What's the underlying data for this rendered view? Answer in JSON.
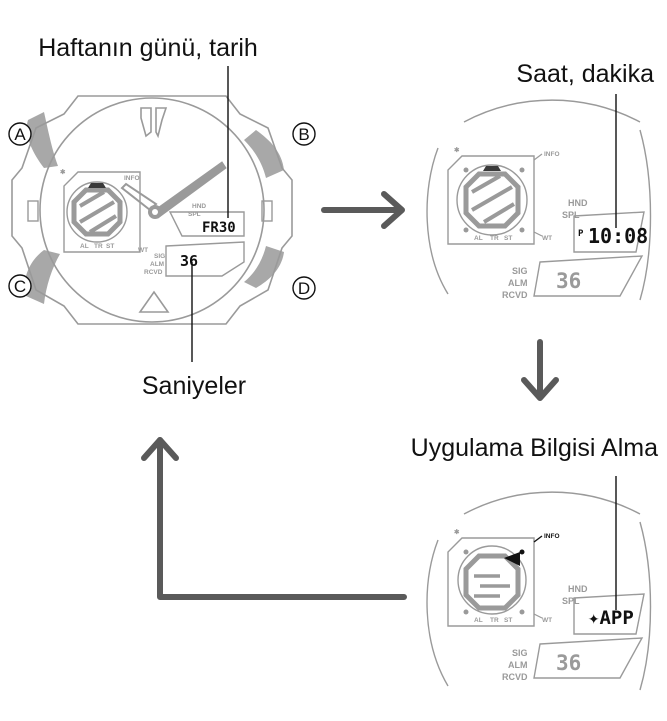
{
  "labels": {
    "weekday_date": "Haftanın günü, tarih",
    "hour_minute": "Saat, dakika",
    "seconds": "Saniyeler",
    "app_info": "Uygulama Bilgisi Alma"
  },
  "buttons": {
    "a": "A",
    "b": "B",
    "c": "C",
    "d": "D"
  },
  "dial": {
    "info": "INFO",
    "hnd": "HND",
    "spl": "SPL",
    "wt": "WT",
    "al": "AL",
    "tr": "TR",
    "st": "ST",
    "sig": "SIG",
    "alm": "ALM",
    "rcvd": "RCVD",
    "bluetooth": "✱"
  },
  "displays": {
    "watch1_top": "FR30",
    "watch1_bottom": "36",
    "watch2_pm": "P",
    "watch2_time": "10:08",
    "watch2_bottom": "36",
    "watch3_top": "✦APP",
    "watch3_bottom": "36"
  },
  "colors": {
    "gray": "#9a9a9a",
    "button": "#a8a8a8",
    "ink": "#111111",
    "arrow": "#5a5a5a"
  }
}
